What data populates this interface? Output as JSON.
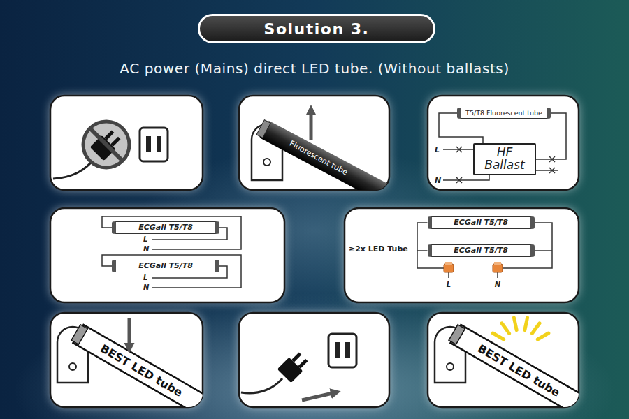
{
  "diagram": {
    "title": "Solution 3.",
    "nodes": [
      {
        "text": [
          "Fluorescent tube"
        ]
      },
      {
        "text": [
          "L",
          "N"
        ]
      },
      {
        "text": [
          "T5/T8 Fluorescent tube"
        ],
        "in": 1
      },
      {
        "text": [
          "HF Ballast"
        ],
        "in": 1
      },
      {
        "text": [
          "L",
          "N",
          "L",
          "N"
        ]
      },
      {
        "text": [
          "ECGall T5/T8"
        ],
        "in": 4
      },
      {
        "text": [
          "ECGall T5/T8"
        ],
        "in": 4
      },
      {
        "text": [
          "≥2x LED Tube",
          "L",
          "N"
        ]
      },
      {
        "text": [
          "ECGall T5/T8"
        ],
        "in": 7
      },
      {
        "text": [
          "ECGall T5/T8"
        ],
        "in": 7
      },
      {
        "text": [
          "BEST LED tube"
        ]
      },
      {
        "text": [
          "BEST LED tube"
        ]
      }
    ],
    "edges": [
      {
        "from": 2,
        "to": 3,
        "arrow": "none"
      },
      {
        "from": 2,
        "to": 3,
        "arrow": "none"
      },
      {
        "from": 8,
        "to": 9,
        "arrow": "none"
      },
      {
        "from": 8,
        "to": 9,
        "arrow": "none"
      }
    ],
    "labels": [
      "AC power (Mains) direct LED tube. (Without ballasts)"
    ]
  }
}
